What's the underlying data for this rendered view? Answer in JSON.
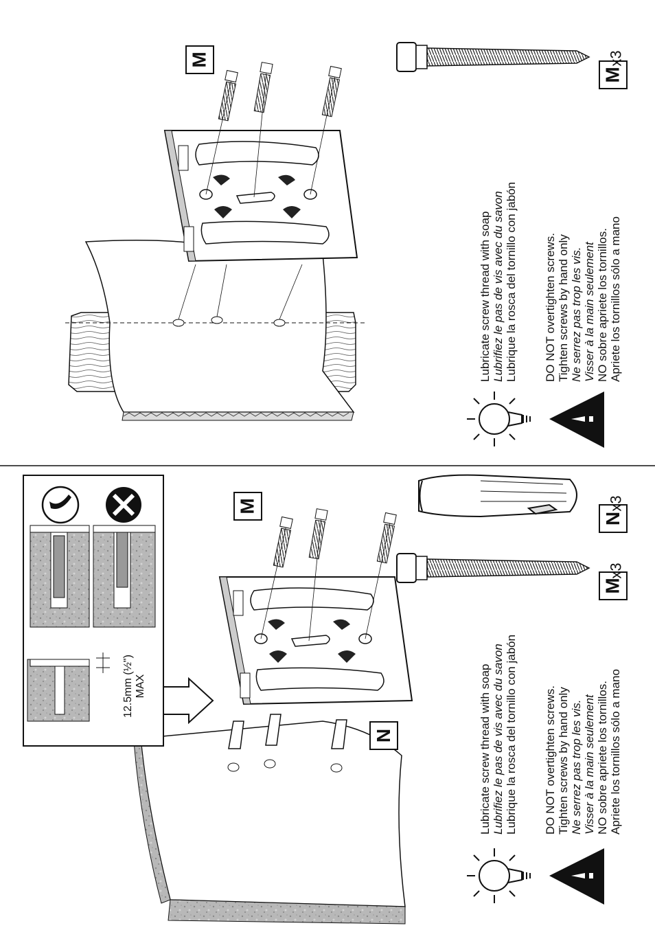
{
  "labels": {
    "screw_code": "M",
    "anchor_code": "N",
    "qty_m": "x3",
    "qty_n": "x3"
  },
  "lubricate": [
    "Lubricate screw thread with soap",
    "Lubrifiez le pas de vis avec du savon",
    "Lubrique la rosca del  tornillo con jabón"
  ],
  "caution": [
    "DO NOT overtighten screws.",
    "Tighten screws by hand only",
    "Ne serrez pas trop les vis.",
    "Visser à la main seulement",
    "NO sobre apriete los tornillos.",
    "Apriete los tornillos sólo a mano"
  ],
  "measure": {
    "depth": "12.5mm (½\")",
    "max": "MAX"
  },
  "icons": [
    "lightbulb-icon",
    "warning-triangle-icon",
    "check-icon",
    "cross-icon"
  ]
}
